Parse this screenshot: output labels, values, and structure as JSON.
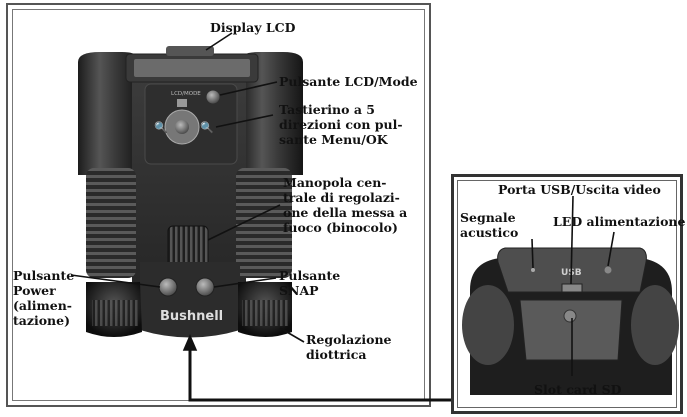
{
  "labels": {
    "display_lcd": "Display LCD",
    "lcd_mode_button": "Pulsante LCD/Mode",
    "keypad_5way": "Tastierino a 5\ndirezioni con pul-\nsante Menu/OK",
    "focus_knob": "Manopola cen-\ntrale di regolazi-\none della messa a\nfuoco (binocolo)",
    "snap_button": "Pulsante\nSNAP",
    "power_button": "Pulsante\nPower\n(alimen-\ntazione)",
    "diopter": "Regolazione\ndiottrica",
    "usb_port": "Porta USB/Uscita video",
    "beeper": "Segnale\nacustico",
    "power_led": "LED alimentazione",
    "sd_slot": "Slot card SD"
  },
  "device": {
    "brand_text": "Bushnell",
    "lcd_mode_text": "LCD/MODE",
    "usb_text": "USB"
  },
  "colors": {
    "body_dark": "#2b2b2b",
    "body_mid": "#4a4a4a",
    "highlight": "#9a9a9a",
    "line": "#111111"
  }
}
